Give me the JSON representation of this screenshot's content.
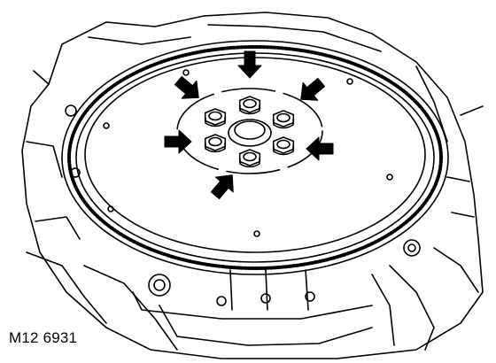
{
  "figure": {
    "label": "M12 6931",
    "bolt_count": 6,
    "arrow_count": 6,
    "colors": {
      "line": "#000000",
      "background": "#ffffff"
    }
  }
}
